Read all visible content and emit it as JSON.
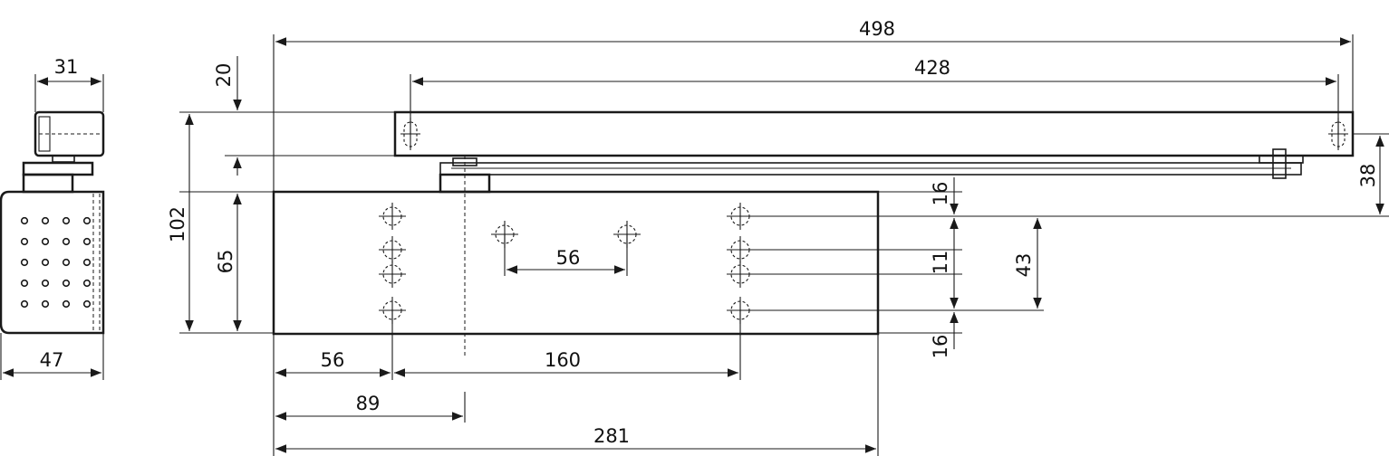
{
  "dimensions": {
    "side_top_width": "31",
    "side_bottom_width": "47",
    "total_arm_length": "498",
    "arm_hole_spacing": "428",
    "arm_offset_height": "20",
    "total_height": "102",
    "body_height": "65",
    "arm_right_height": "38",
    "hole_edge_top": "16",
    "hole_edge_bottom": "16",
    "hole_row_spacing": "11",
    "hole_outer_spacing": "43",
    "center_hole_spacing": "56",
    "left_hole_offset": "56",
    "hole_group_spacing": "160",
    "axle_offset": "89",
    "body_length": "281"
  },
  "colors": {
    "line": "#1a1a1a",
    "text": "#111111",
    "background": "#ffffff"
  }
}
